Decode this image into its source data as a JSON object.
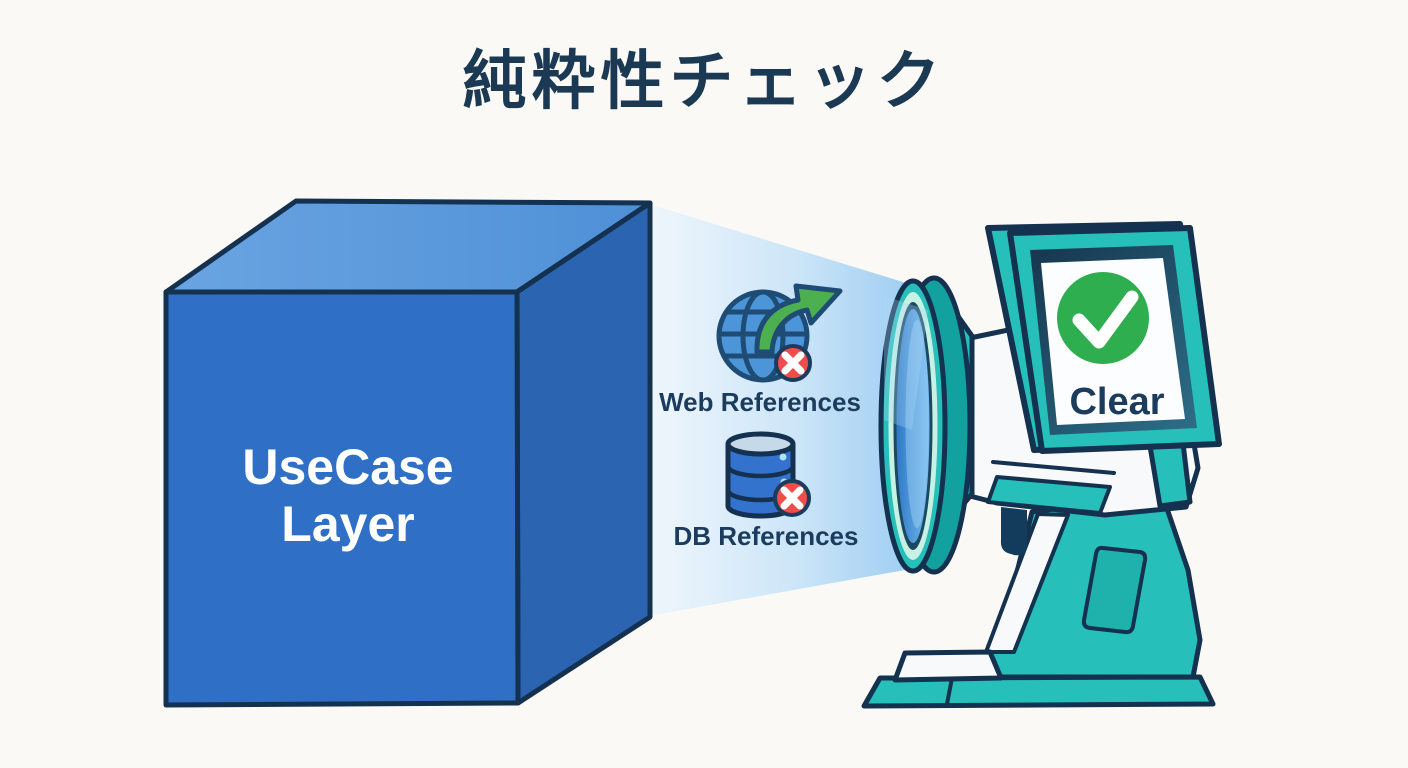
{
  "title": "純粋性チェック",
  "cube": {
    "label_line1": "UseCase",
    "label_line2": "Layer"
  },
  "scan_items": [
    {
      "icon": "globe-export-blocked-icon",
      "label": "Web References"
    },
    {
      "icon": "database-blocked-icon",
      "label": "DB References"
    }
  ],
  "scanner_screen": {
    "status_icon": "check-circle-icon",
    "status_label": "Clear"
  },
  "colors": {
    "background": "#FAF9F5",
    "title_text": "#1C3954",
    "outline_navy": "#14314F",
    "cube_front": "#2F70C6",
    "cube_top": "#5D9ADC",
    "cube_right": "#2B64B0",
    "beam_light": "#ECF5FC",
    "beam_deep": "#96C9F1",
    "scanner_teal": "#26BFB9",
    "scanner_teal_dark": "#12A19E",
    "lens_mint": "#C7F1E3",
    "lens_glass_dark": "#2E7AC6",
    "lens_glass_light": "#7ABCF0",
    "status_green": "#2FAE4F",
    "blocked_red": "#F04C4A",
    "label_navy": "#1C3C5E",
    "globe_blue": "#4D95D9",
    "db_blue": "#3373CE",
    "arrow_green": "#4CAF50"
  }
}
